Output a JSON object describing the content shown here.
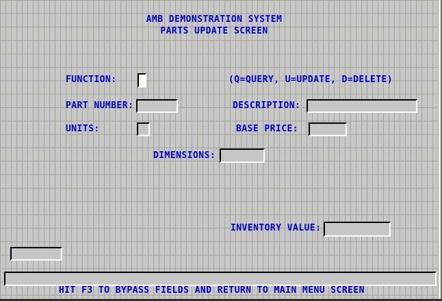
{
  "window": {
    "title_line1": "AMB DEMONSTRATION SYSTEM",
    "title_line2": "PARTS UPDATE SCREEN"
  },
  "form": {
    "function": {
      "label": "FUNCTION:",
      "value": "",
      "hint": "(Q=QUERY, U=UPDATE, D=DELETE)"
    },
    "part_number": {
      "label": "PART NUMBER:",
      "value": ""
    },
    "description": {
      "label": "DESCRIPTION:",
      "value": ""
    },
    "units": {
      "label": "UNITS:",
      "value": ""
    },
    "base_price": {
      "label": "BASE PRICE:",
      "value": ""
    },
    "dimensions": {
      "label": "DIMENSIONS:",
      "value": ""
    },
    "inventory_value": {
      "label": "INVENTORY VALUE:",
      "value": ""
    },
    "status_field": {
      "value": ""
    },
    "message_bar": {
      "value": ""
    }
  },
  "footer": {
    "message": "HIT F3 TO BYPASS FIELDS AND RETURN TO MAIN MENU SCREEN"
  },
  "colors": {
    "text_blue": "#0000cc",
    "background_gray": "#c7c7c7",
    "grid_line": "#a6a698",
    "field_fill": "#c6c6c6",
    "focused_field_fill": "#fcfcf2",
    "bevel_dark": "#000000",
    "bevel_light": "#fdfdf5"
  }
}
